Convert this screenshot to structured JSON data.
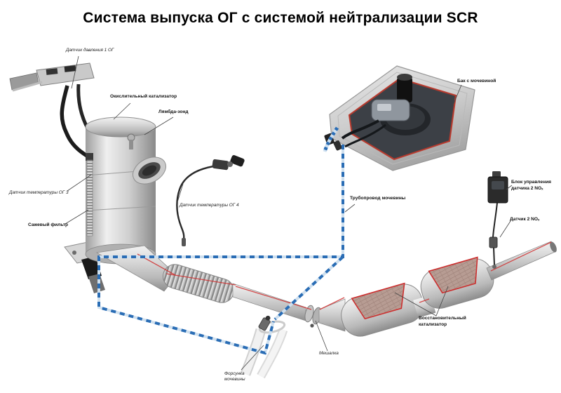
{
  "title": "Система выпуска ОГ с системой нейтрализации SCR",
  "labels": {
    "pressure_sensor": {
      "text": "Датчик давления 1 ОГ"
    },
    "oxidation_catalyst": {
      "text": "Окислительный катализатор"
    },
    "lambda_probe": {
      "text": "Лямбда-зонд"
    },
    "temp_sensor_3": {
      "text": "Датчик температуры ОГ 3"
    },
    "soot_filter": {
      "text": "Сажевый фильтр"
    },
    "temp_sensor_4": {
      "text": "Датчик температуры ОГ 4"
    },
    "urea_tank": {
      "text": "Бак с мочевиной"
    },
    "urea_line": {
      "text": "Трубопровод мочевины"
    },
    "nox_control_unit": {
      "text": "Блок управления датчика 2 NOₓ"
    },
    "nox_sensor": {
      "text": "Датчик 2 NOₓ"
    },
    "reduction_catalyst": {
      "text": "Восстановительный катализатор"
    },
    "mixer": {
      "text": "Мешалка"
    },
    "urea_injector": {
      "text": "Форсунка мочевины"
    }
  },
  "colors": {
    "urea_line_blue": "#2a6db5",
    "cut_edge_red": "#cc2f2f",
    "honeycomb": "#b79c93",
    "metal_light": "#ececec",
    "metal_dark": "#8f8f8f",
    "tank_interior": "#3c4046"
  }
}
